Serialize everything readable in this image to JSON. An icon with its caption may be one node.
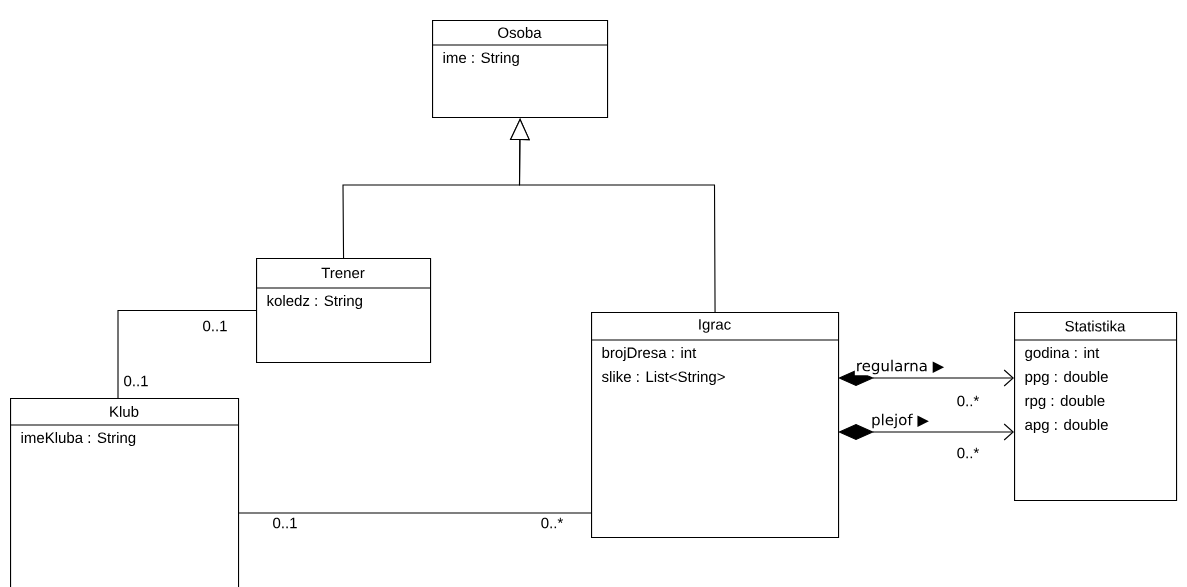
{
  "diagram": {
    "nodes": [
      {
        "text": [
          "Osoba",
          "ime : String"
        ]
      },
      {
        "text": [
          "Trener",
          "koledz : String"
        ]
      },
      {
        "text": [
          "Igrac",
          "brojDresa : int",
          "slike : List<String>"
        ]
      },
      {
        "text": [
          "Klub",
          "imeKluba : String"
        ]
      },
      {
        "text": [
          "Statistika",
          "godina : int",
          "ppg : double",
          "rpg : double",
          "apg : double"
        ]
      }
    ],
    "edges": [
      {
        "from": 1,
        "to": 0,
        "arrow": "to"
      },
      {
        "from": 2,
        "to": 0,
        "arrow": "to"
      },
      {
        "from": 1,
        "to": 3,
        "arrow": "none"
      },
      {
        "from": 3,
        "to": 2,
        "arrow": "none"
      },
      {
        "from": 2,
        "to": 4,
        "arrow": "to",
        "label": "regularna ▶"
      },
      {
        "from": 2,
        "to": 4,
        "arrow": "to",
        "label": "plejof ▶"
      }
    ],
    "labels": [
      "0..1",
      "0..1",
      "0..*",
      "0..*",
      "0..1",
      "0..*"
    ]
  }
}
